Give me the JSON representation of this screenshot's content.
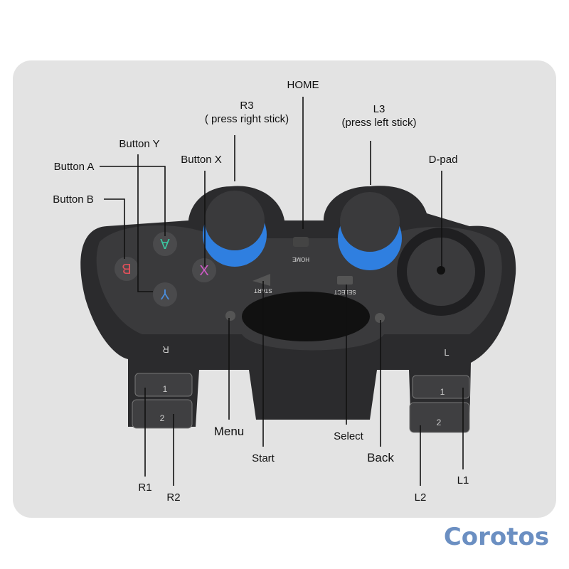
{
  "labels": {
    "home": "HOME",
    "r3": "R3",
    "r3_desc": "( press right stick)",
    "l3": "L3",
    "l3_desc": "(press left stick)",
    "dpad": "D-pad",
    "button_y": "Button Y",
    "button_a": "Button A",
    "button_b": "Button B",
    "button_x": "Button X",
    "menu": "Menu",
    "start": "Start",
    "select": "Select",
    "back": "Back",
    "r1": "R1",
    "r2": "R2",
    "l2": "L2",
    "l1": "L1"
  },
  "controller_print": {
    "home": "HOME",
    "start": "START",
    "select": "SELECT",
    "r": "R",
    "l": "L",
    "one": "1",
    "two": "2",
    "a": "A",
    "b": "B",
    "x": "X",
    "y": "Y"
  },
  "logo": "Corotos",
  "colors": {
    "panel": "#e3e3e3",
    "body": "#2b2b2d",
    "stick_ring": "#2f7fe0",
    "logo": "#6b8fc2",
    "btn_a": "#3bc6a0",
    "btn_b": "#e0505a",
    "btn_x": "#d05ac8",
    "btn_y": "#4a8fe0"
  }
}
